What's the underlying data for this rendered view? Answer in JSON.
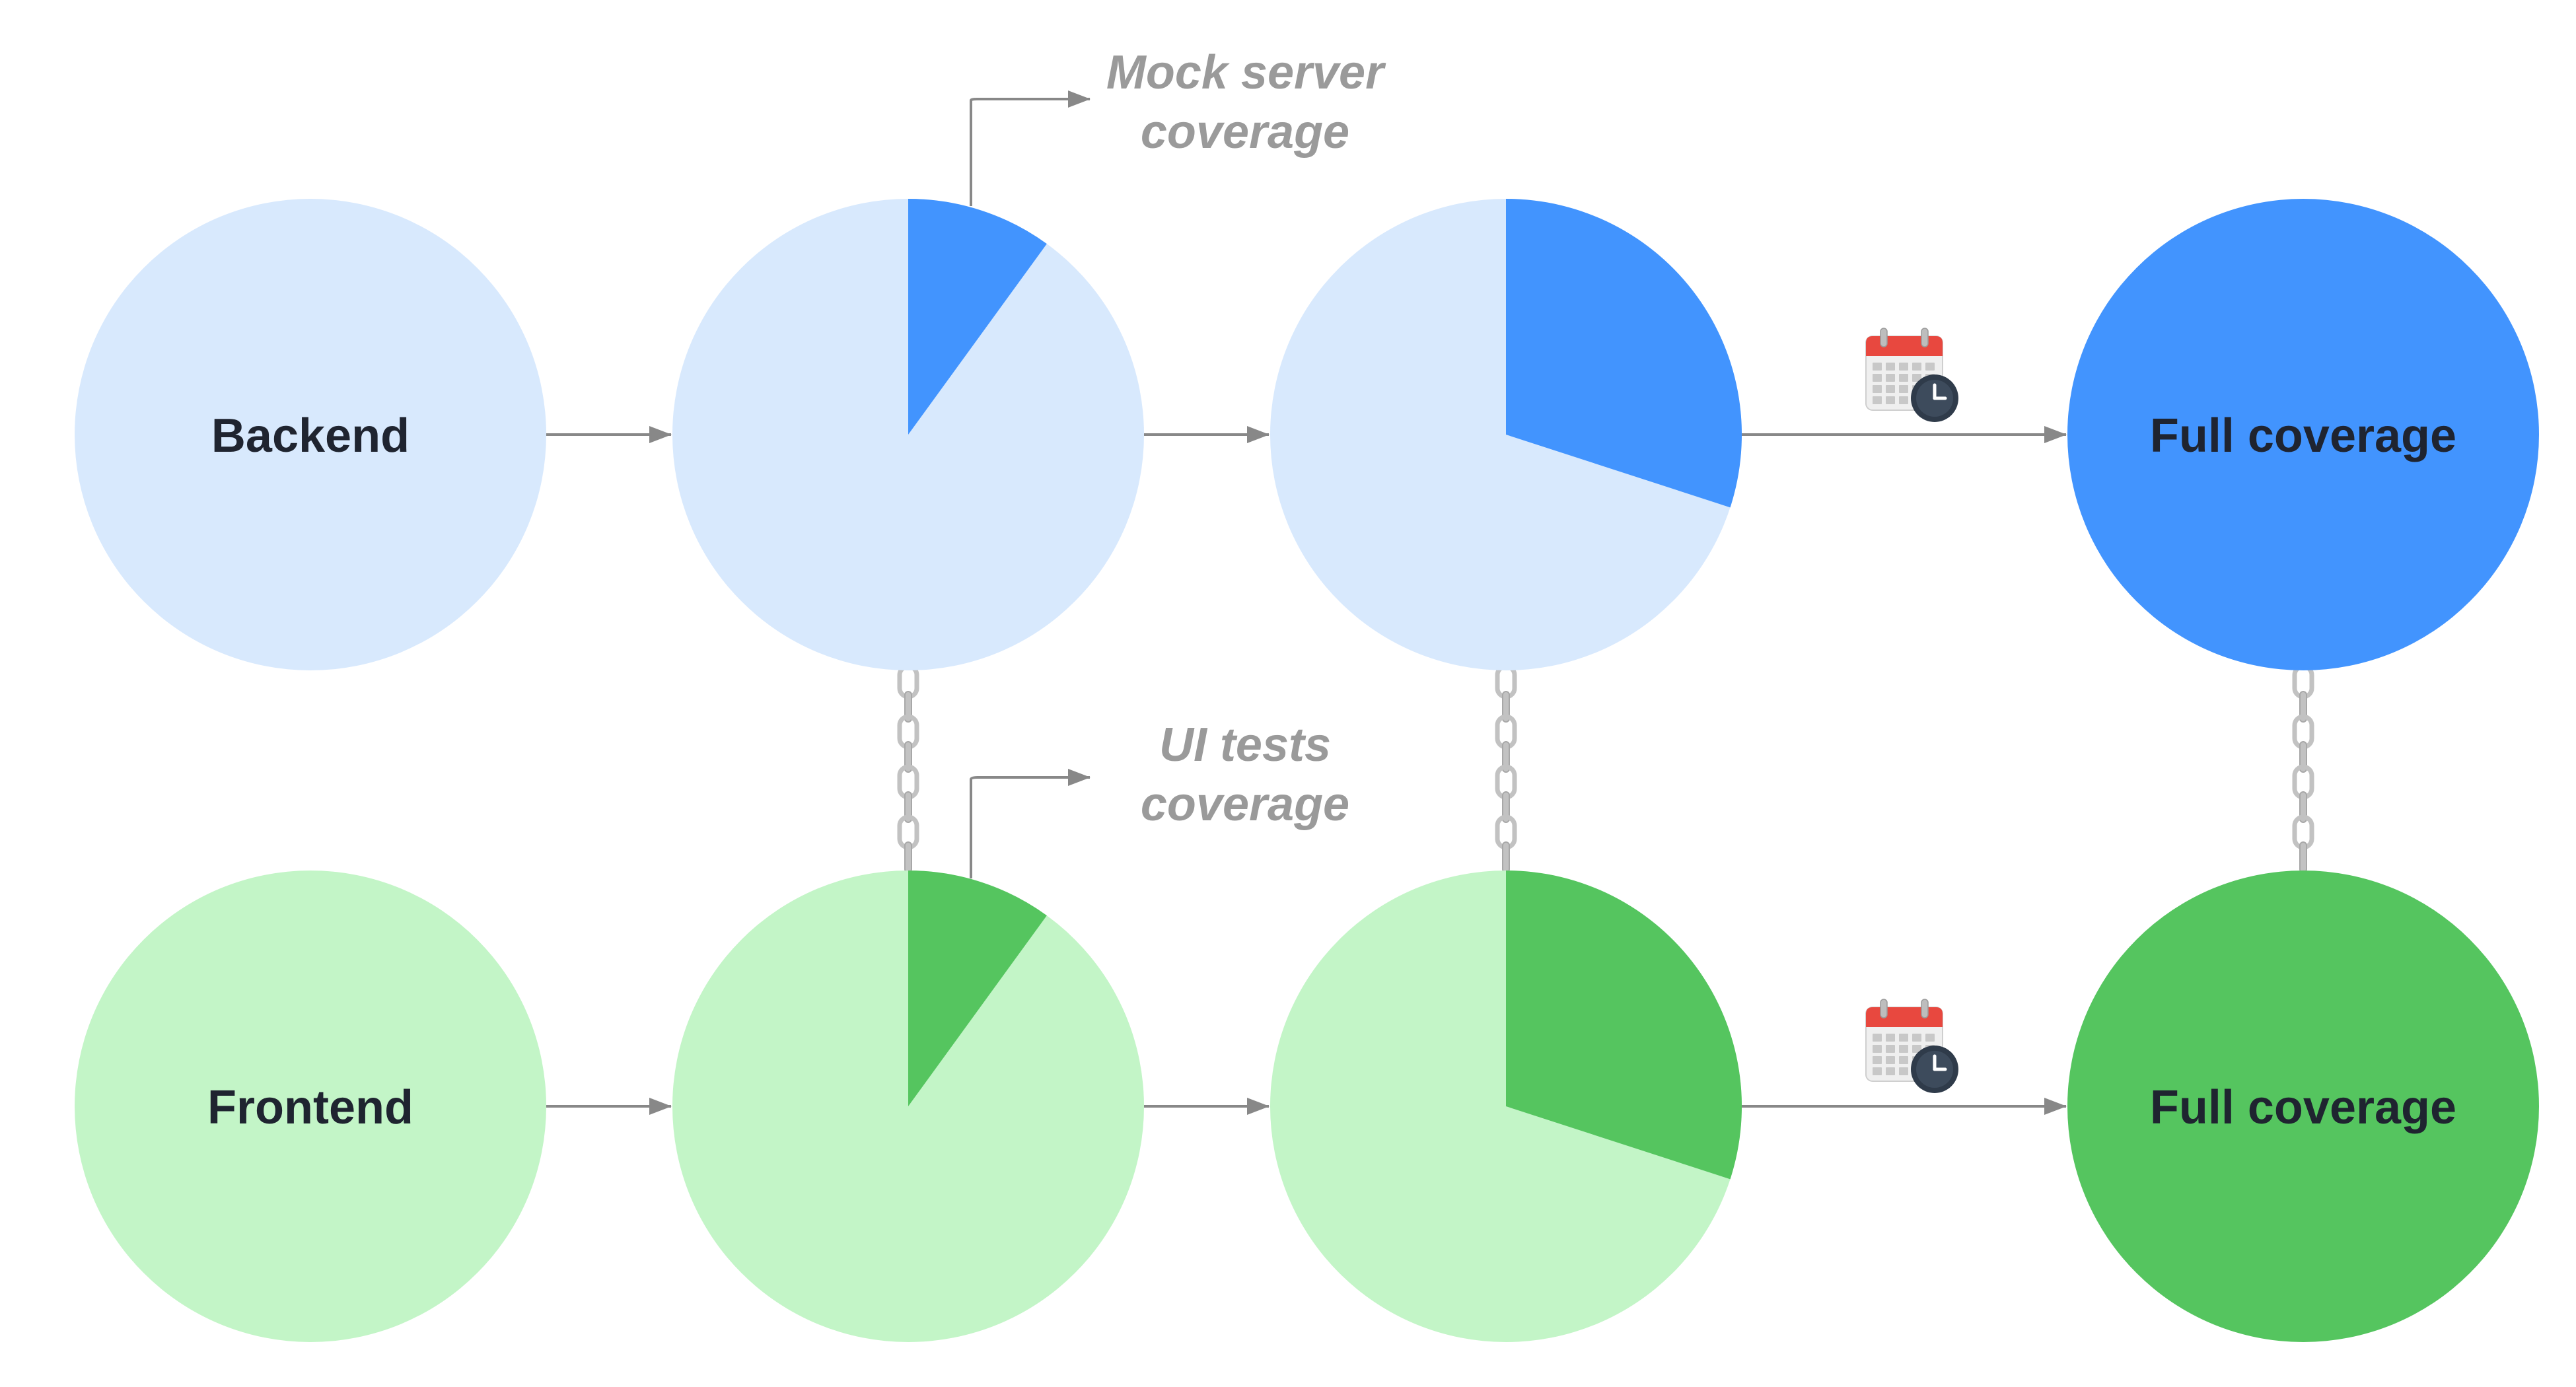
{
  "colors": {
    "backend_light": "#d8e9fd",
    "backend_fill": "#4294fe",
    "frontend_light": "#c3f5c7",
    "frontend_fill": "#55c55f",
    "connector": "#888888",
    "label": "#1f2430",
    "annotation": "#9a9a9a",
    "chain": "#c2c2c2"
  },
  "rows": [
    {
      "name": "Backend",
      "stages": [
        {
          "label": "Backend",
          "coverage": 0
        },
        {
          "label": "",
          "coverage": 0.1
        },
        {
          "label": "",
          "coverage": 0.3
        },
        {
          "label": "Full coverage",
          "coverage": 1
        }
      ]
    },
    {
      "name": "Frontend",
      "stages": [
        {
          "label": "Frontend",
          "coverage": 0
        },
        {
          "label": "",
          "coverage": 0.1
        },
        {
          "label": "",
          "coverage": 0.3
        },
        {
          "label": "Full coverage",
          "coverage": 1
        }
      ]
    }
  ],
  "annotations": {
    "mock_server": {
      "line1": "Mock server",
      "line2": "coverage"
    },
    "ui_tests": {
      "line1": "UI tests",
      "line2": "coverage"
    }
  },
  "icons": {
    "schedule": "calendar-clock-icon",
    "link": "chain-link-icon"
  }
}
